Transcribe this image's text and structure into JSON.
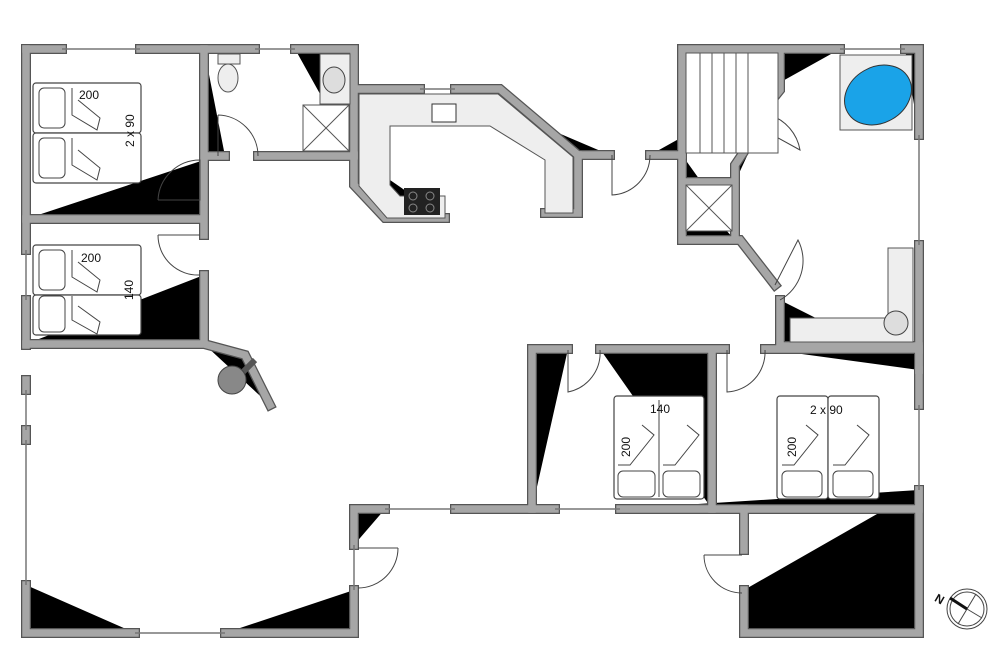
{
  "labels": {
    "bedroom1_length": "200",
    "bedroom1_size": "2 x 90",
    "bedroom2_length": "200",
    "bedroom2_size": "140",
    "bedroom3_size": "140",
    "bedroom3_length": "200",
    "bedroom4_size": "2 x 90",
    "bedroom4_length": "200"
  },
  "compass": {
    "north_label": "N"
  },
  "colors": {
    "wall": "#a6a6a6",
    "wall_outline": "#555555",
    "bathtub_water": "#1aa3e8",
    "fixture": "#eeeeee"
  }
}
